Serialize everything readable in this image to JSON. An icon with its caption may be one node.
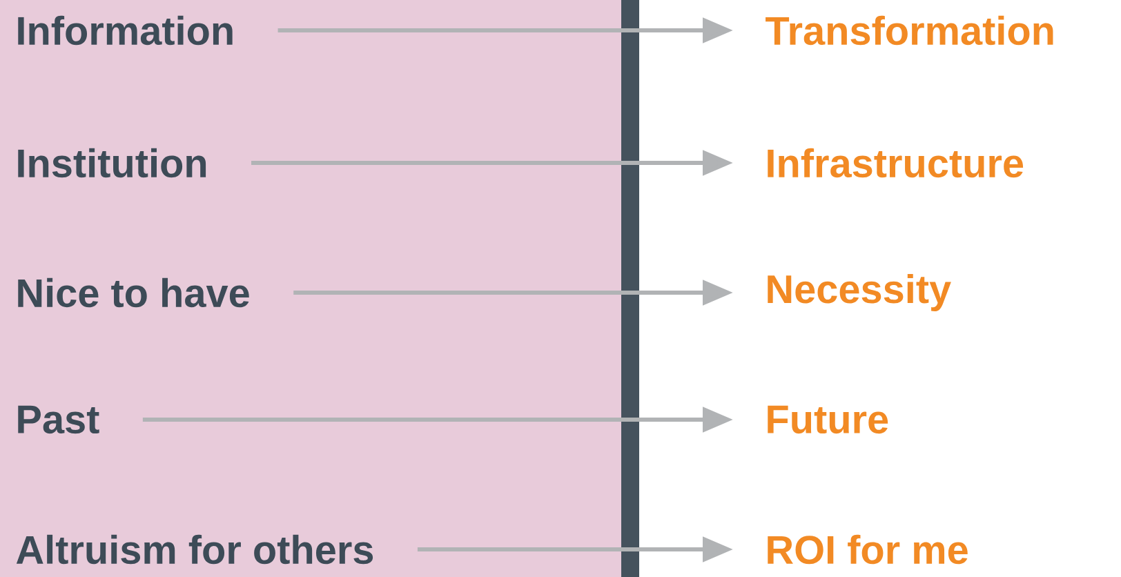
{
  "diagram": {
    "nodes": [
      {
        "text": [
          "Information"
        ]
      },
      {
        "text": [
          "Transformation"
        ]
      },
      {
        "text": [
          "Institution"
        ]
      },
      {
        "text": [
          "Infrastructure"
        ]
      },
      {
        "text": [
          "Nice to have"
        ]
      },
      {
        "text": [
          "Necessity"
        ]
      },
      {
        "text": [
          "Past"
        ]
      },
      {
        "text": [
          "Future"
        ]
      },
      {
        "text": [
          "Altruism for others"
        ]
      },
      {
        "text": [
          "ROI for me"
        ]
      }
    ],
    "edges": [
      {
        "from": 0,
        "to": 1,
        "arrow": "to"
      },
      {
        "from": 2,
        "to": 3,
        "arrow": "to"
      },
      {
        "from": 4,
        "to": 5,
        "arrow": "to"
      },
      {
        "from": 6,
        "to": 7,
        "arrow": "to"
      },
      {
        "from": 8,
        "to": 9,
        "arrow": "to"
      }
    ]
  }
}
